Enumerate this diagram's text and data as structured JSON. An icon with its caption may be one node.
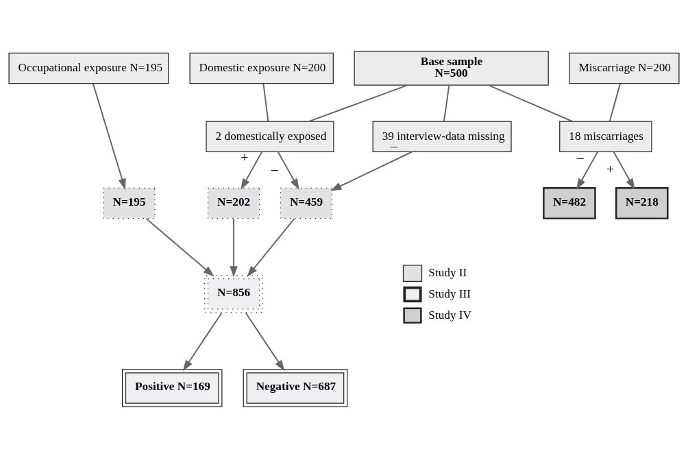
{
  "diagram": {
    "nodes": [
      {
        "text": [
          "Occupational exposure N=195"
        ]
      },
      {
        "text": [
          "Domestic exposure N=200"
        ]
      },
      {
        "text": [
          "Base sample",
          "N=500"
        ]
      },
      {
        "text": [
          "Miscarriage N=200"
        ]
      },
      {
        "text": [
          "2 domestically exposed"
        ]
      },
      {
        "text": [
          "39 interview-data missing"
        ]
      },
      {
        "text": [
          "18 miscarriages"
        ]
      },
      {
        "text": [
          "N=195"
        ]
      },
      {
        "text": [
          "N=202"
        ]
      },
      {
        "text": [
          "N=459"
        ]
      },
      {
        "text": [
          "N=482"
        ]
      },
      {
        "text": [
          "N=218"
        ]
      },
      {
        "text": [
          "N=856"
        ]
      },
      {
        "text": [
          "Positive N=169"
        ]
      },
      {
        "text": [
          "Negative N=687"
        ]
      }
    ],
    "edges": [
      {
        "from": 0,
        "to": 7,
        "arrow": "to"
      },
      {
        "from": 1,
        "to": 4,
        "arrow": "none"
      },
      {
        "from": 2,
        "to": 4,
        "arrow": "none"
      },
      {
        "from": 2,
        "to": 5,
        "arrow": "none"
      },
      {
        "from": 2,
        "to": 6,
        "arrow": "none"
      },
      {
        "from": 3,
        "to": 6,
        "arrow": "none"
      },
      {
        "from": 4,
        "to": 8,
        "arrow": "to",
        "label": "+"
      },
      {
        "from": 4,
        "to": 9,
        "arrow": "to",
        "label": "–"
      },
      {
        "from": 5,
        "to": 9,
        "arrow": "to",
        "label": "–"
      },
      {
        "from": 6,
        "to": 10,
        "arrow": "to",
        "label": "–"
      },
      {
        "from": 6,
        "to": 11,
        "arrow": "to",
        "label": "+"
      },
      {
        "from": 7,
        "to": 12,
        "arrow": "to"
      },
      {
        "from": 8,
        "to": 12,
        "arrow": "to"
      },
      {
        "from": 9,
        "to": 12,
        "arrow": "to"
      },
      {
        "from": 12,
        "to": 13,
        "arrow": "to"
      },
      {
        "from": 12,
        "to": 14,
        "arrow": "to"
      }
    ],
    "legend": [
      {
        "text": "Study II"
      },
      {
        "text": "Study III"
      },
      {
        "text": "Study IV"
      }
    ]
  }
}
